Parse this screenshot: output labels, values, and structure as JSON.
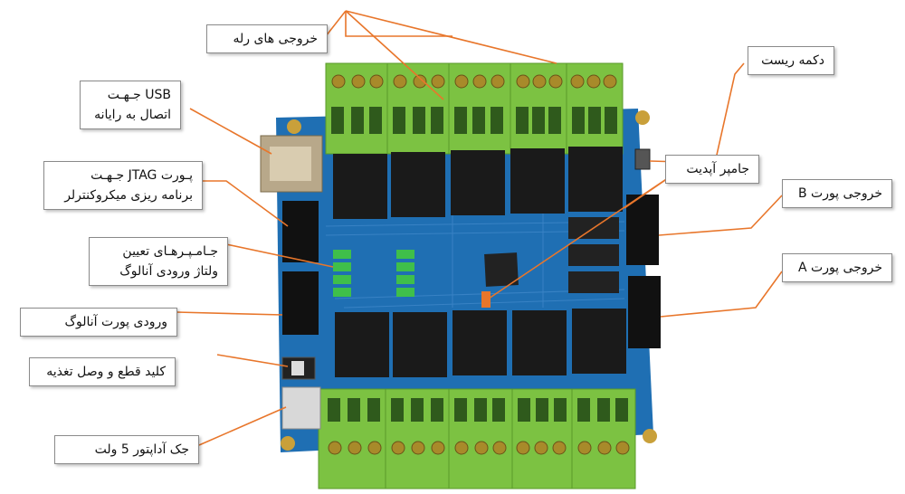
{
  "labels": {
    "relay_outputs": "خروجی های رله",
    "reset_button": "دکمه ریست",
    "usb_line1": "USB جـهـت",
    "usb_line2": "اتصال به رایانه",
    "update_jumper": "جامپر آپدیت",
    "jtag_line1": "پـورت JTAG جـهـت",
    "jtag_line2": "برنامه ریزی میکروکنترلر",
    "port_b": "خروجی پورت B",
    "adc_jumpers_line1": "جـامـپـرهـای تعیین",
    "adc_jumpers_line2": "ولتاژ ورودی آنالوگ",
    "port_a": "خروجی پورت A",
    "analog_input": "ورودی پورت آنالوگ",
    "power_switch": "کلید قطع و وصل تغذیه",
    "adapter_jack": "جک آداپتور 5 ولت"
  },
  "colors": {
    "pcb": "#1f6fb3",
    "terminal": "#7cc242",
    "relay": "#1a1a1a",
    "leader": "#e8762b",
    "jumper": "#3fbf4a"
  }
}
